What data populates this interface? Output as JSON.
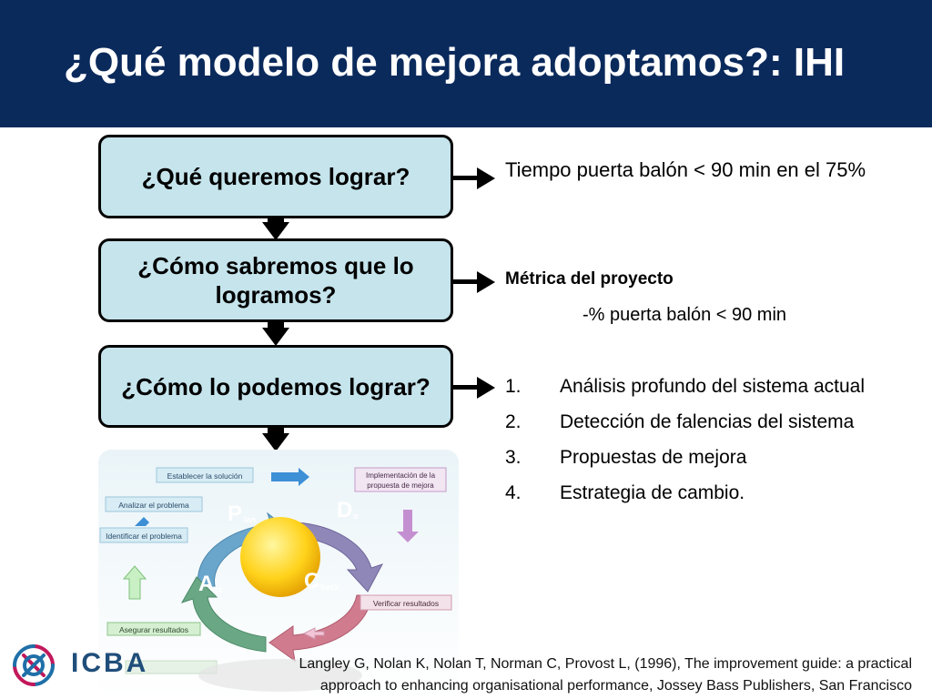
{
  "slide": {
    "title": "¿Qué modelo de mejora adoptamos?: IHI"
  },
  "questions": [
    {
      "label": "¿Qué queremos lograr?"
    },
    {
      "label": "¿Cómo sabremos que lo logramos?"
    },
    {
      "label": "¿Cómo lo podemos lograr?"
    }
  ],
  "answers": {
    "goal": "Tiempo puerta balón < 90 min en el 75%",
    "metric_title": "Métrica del proyecto",
    "metric_item": "-% puerta balón < 90 min",
    "steps": [
      {
        "num": "1.",
        "text": "Análisis profundo del sistema actual"
      },
      {
        "num": "2.",
        "text": "Detección de falencias del sistema"
      },
      {
        "num": "3.",
        "text": "Propuestas de mejora"
      },
      {
        "num": "4.",
        "text": "Estrategia de cambio."
      }
    ]
  },
  "pdca": {
    "establecer": "Establecer la solución",
    "implementacion_1": "Implementación de la",
    "implementacion_2": "propuesta de mejora",
    "analizar": "Analizar el problema",
    "identificar": "Identificar el problema",
    "verificar": "Verificar resultados",
    "asegurar": "Asegurar resultados",
    "plan_letter": "P",
    "plan_rest": "lan",
    "do_letter": "D",
    "do_rest": "o",
    "act_letter": "A",
    "act_rest": "ct",
    "check_letter": "C",
    "check_rest": "heck"
  },
  "footer": {
    "citation_line1": "Langley G, Nolan K, Nolan T, Norman C, Provost L, (1996), The improvement guide: a practical",
    "citation_line2": "approach to enhancing organisational performance, Jossey Bass Publishers, San Francisco"
  },
  "logo": {
    "text": "ICBA"
  },
  "colors": {
    "header_bg": "#0b2a5c",
    "box_fill": "#c5e4ec",
    "plan": "#6aa6cc",
    "do": "#8f87b8",
    "check": "#d07c8e",
    "act": "#6aa885",
    "logo_accent": "#c2185b"
  }
}
